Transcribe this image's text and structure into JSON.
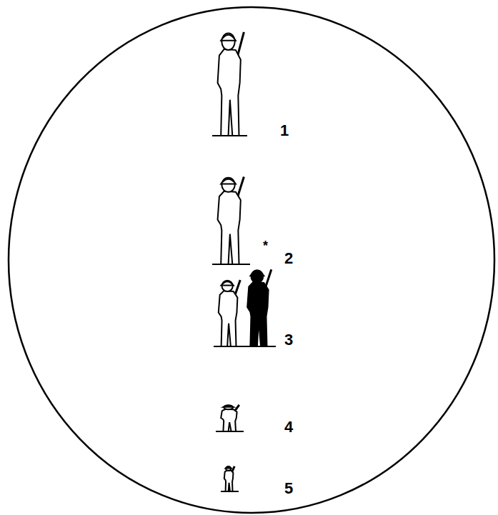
{
  "diagram": {
    "labels": [
      "1",
      "2",
      "*",
      "3",
      "4",
      "5"
    ]
  }
}
